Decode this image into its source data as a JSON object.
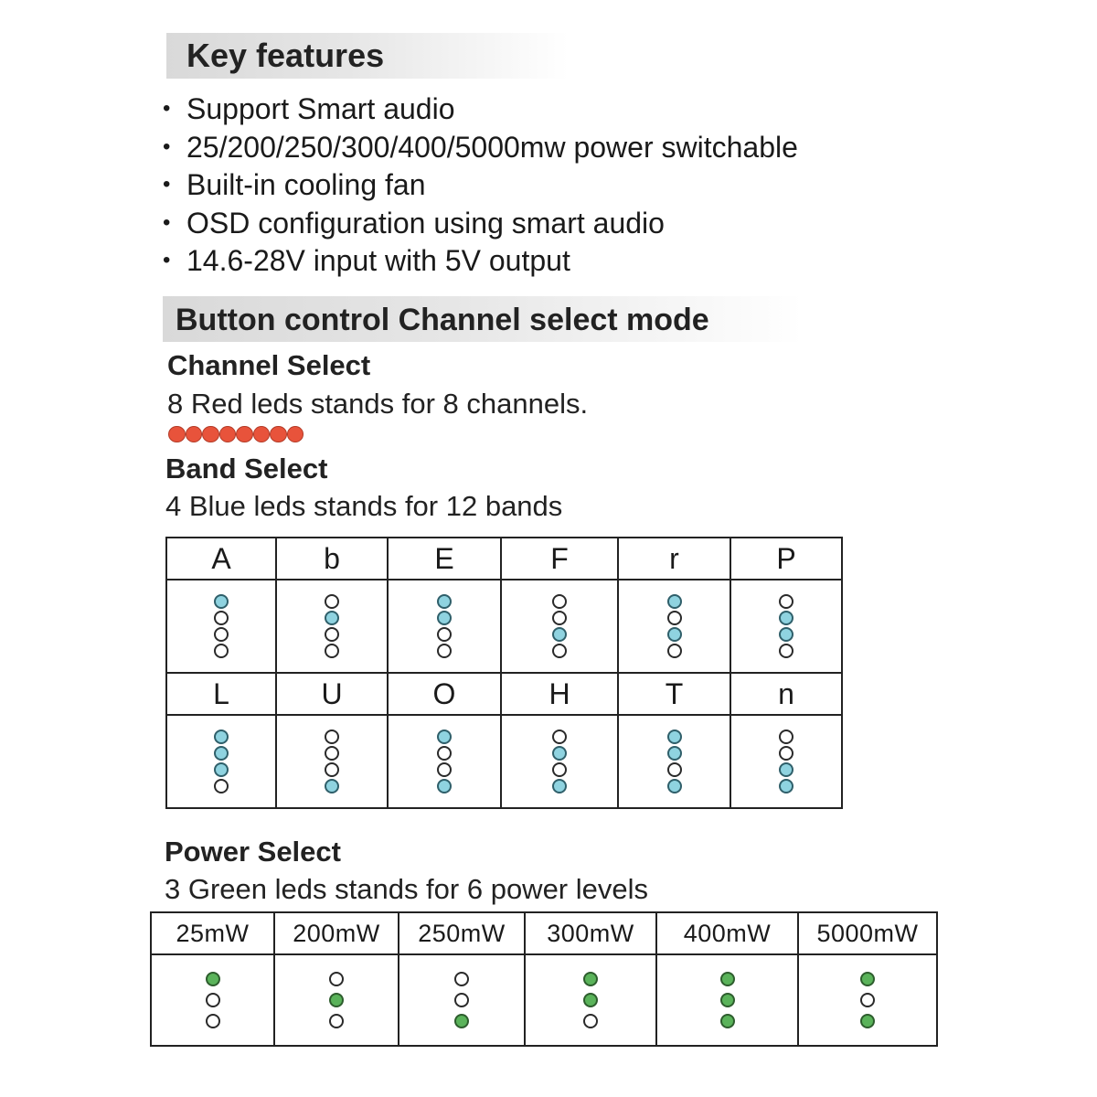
{
  "key_features": {
    "heading": "Key features",
    "bullet": "•",
    "items": [
      "Support Smart audio",
      "25/200/250/300/400/5000mw power switchable",
      "Built-in cooling fan",
      "OSD configuration using smart audio",
      "14.6-28V input with 5V output"
    ]
  },
  "button_control": {
    "heading": "Button control Channel select mode"
  },
  "channel_select": {
    "title": "Channel Select",
    "description": "8 Red leds stands for 8 channels.",
    "led_count": 8,
    "led_color": "#e8533b"
  },
  "band_select": {
    "title": "Band Select",
    "description": "4 Blue leds stands for 12 bands",
    "led_color": "#8fd3e0",
    "rows": [
      [
        {
          "band": "A",
          "leds": [
            1,
            0,
            0,
            0
          ]
        },
        {
          "band": "b",
          "leds": [
            0,
            1,
            0,
            0
          ]
        },
        {
          "band": "E",
          "leds": [
            1,
            1,
            0,
            0
          ]
        },
        {
          "band": "F",
          "leds": [
            0,
            0,
            1,
            0
          ]
        },
        {
          "band": "r",
          "leds": [
            1,
            0,
            1,
            0
          ]
        },
        {
          "band": "P",
          "leds": [
            0,
            1,
            1,
            0
          ]
        }
      ],
      [
        {
          "band": "L",
          "leds": [
            1,
            1,
            1,
            0
          ]
        },
        {
          "band": "U",
          "leds": [
            0,
            0,
            0,
            1
          ]
        },
        {
          "band": "O",
          "leds": [
            1,
            0,
            0,
            1
          ]
        },
        {
          "band": "H",
          "leds": [
            0,
            1,
            0,
            1
          ]
        },
        {
          "band": "T",
          "leds": [
            1,
            1,
            0,
            1
          ]
        },
        {
          "band": "n",
          "leds": [
            0,
            0,
            1,
            1
          ]
        }
      ]
    ]
  },
  "power_select": {
    "title": "Power Select",
    "description": "3 Green leds stands for 6 power levels",
    "led_color": "#5ab35a",
    "levels": [
      {
        "label": "25mW",
        "leds": [
          1,
          0,
          0
        ]
      },
      {
        "label": "200mW",
        "leds": [
          0,
          1,
          0
        ]
      },
      {
        "label": "250mW",
        "leds": [
          0,
          0,
          1
        ]
      },
      {
        "label": "300mW",
        "leds": [
          1,
          1,
          0
        ]
      },
      {
        "label": "400mW",
        "leds": [
          1,
          1,
          1
        ]
      },
      {
        "label": "5000mW",
        "leds": [
          1,
          0,
          1
        ]
      }
    ]
  }
}
